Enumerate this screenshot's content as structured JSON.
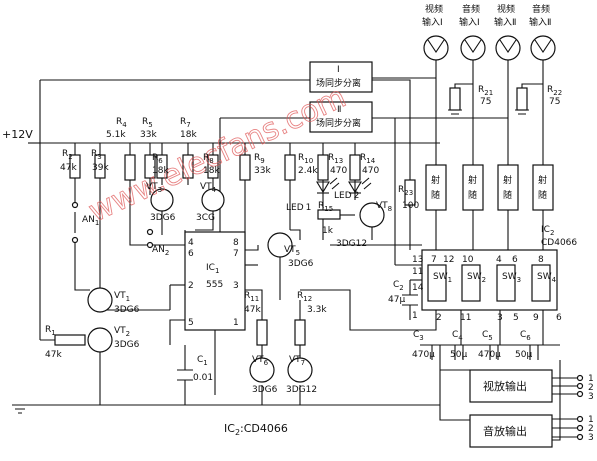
{
  "watermark": "www.elecfans.com",
  "supply": "+12V",
  "inputs": {
    "video1": [
      "视频",
      "输入Ⅰ"
    ],
    "audio1": [
      "音频",
      "输入Ⅰ"
    ],
    "video2": [
      "视频",
      "输入Ⅱ"
    ],
    "audio2": [
      "音频",
      "输入Ⅱ"
    ]
  },
  "sync_blocks": [
    "Ⅰ",
    "场同步分离",
    "Ⅱ",
    "场同步分离"
  ],
  "follower_label": [
    "射",
    "随"
  ],
  "resistors": {
    "R1": [
      "R",
      "1",
      "47k"
    ],
    "R2": [
      "R",
      "2",
      "47k"
    ],
    "R3": [
      "R",
      "3",
      "39k"
    ],
    "R4": [
      "R",
      "4",
      "5.1k"
    ],
    "R5": [
      "R",
      "5",
      "33k"
    ],
    "R6": [
      "R",
      "6",
      "18k"
    ],
    "R7": [
      "R",
      "7",
      "18k"
    ],
    "R8": [
      "R",
      "8",
      "18k"
    ],
    "R9": [
      "R",
      "9",
      "33k"
    ],
    "R10": [
      "R",
      "10",
      "2.4k"
    ],
    "R11": [
      "R",
      "11",
      "47k"
    ],
    "R12": [
      "R",
      "12",
      "3.3k"
    ],
    "R13": [
      "R",
      "13",
      "470"
    ],
    "R14": [
      "R",
      "14",
      "470"
    ],
    "R15": [
      "R",
      "15",
      "1k"
    ],
    "R21": [
      "R",
      "21",
      "75"
    ],
    "R22": [
      "R",
      "22",
      "75"
    ],
    "R23": [
      "R",
      "23",
      "100"
    ]
  },
  "transistors": {
    "VT1": [
      "VT",
      "1",
      "3DG6"
    ],
    "VT2": [
      "VT",
      "2",
      "3DG6"
    ],
    "VT3": [
      "VT",
      "3",
      "3DG6"
    ],
    "VT4": [
      "VT",
      "4",
      "3CG"
    ],
    "VT5": [
      "VT",
      "5",
      "3DG6"
    ],
    "VT6": [
      "VT",
      "6",
      "3DG6"
    ],
    "VT7": [
      "VT",
      "7",
      "3DG12"
    ],
    "VT8": [
      "VT",
      "8",
      "3DG12"
    ]
  },
  "leds": {
    "LED1": [
      "LED",
      "1"
    ],
    "LED2": [
      "LED",
      "2"
    ]
  },
  "buttons": {
    "AN1": [
      "AN",
      "1"
    ],
    "AN2": [
      "AN",
      "2"
    ]
  },
  "ic1": {
    "name": "IC",
    "sub": "1",
    "part": "555",
    "pins": [
      "4",
      "6",
      "8",
      "7",
      "2",
      "3",
      "5",
      "1"
    ]
  },
  "ic2": {
    "name": "IC",
    "sub": "2",
    "part": "CD4066"
  },
  "switches": [
    "SW",
    "1",
    "SW",
    "2",
    "SW",
    "3",
    "SW",
    "4"
  ],
  "sw_pins": {
    "top": [
      "13",
      "7",
      "12",
      "10",
      "4",
      "6",
      "8"
    ],
    "left": [
      "11",
      "14",
      "1"
    ],
    "bottom": [
      "2",
      "11",
      "3",
      "5",
      "9",
      "6"
    ]
  },
  "capacitors": {
    "C1": [
      "C",
      "1",
      "0.01"
    ],
    "C2": [
      "C",
      "2",
      "47μ"
    ],
    "C3": [
      "C",
      "3",
      "470μ"
    ],
    "C4": [
      "C",
      "4",
      "50μ"
    ],
    "C5": [
      "C",
      "5",
      "470μ"
    ],
    "C6": [
      "C",
      "6",
      "50μ"
    ]
  },
  "outputs": {
    "video": "视放输出",
    "audio": "音放输出",
    "terms": [
      "1",
      "2",
      "3",
      "1",
      "2",
      "3"
    ]
  },
  "caption": {
    "main": "IC",
    "sub": "2",
    "rest": ":CD4066"
  }
}
